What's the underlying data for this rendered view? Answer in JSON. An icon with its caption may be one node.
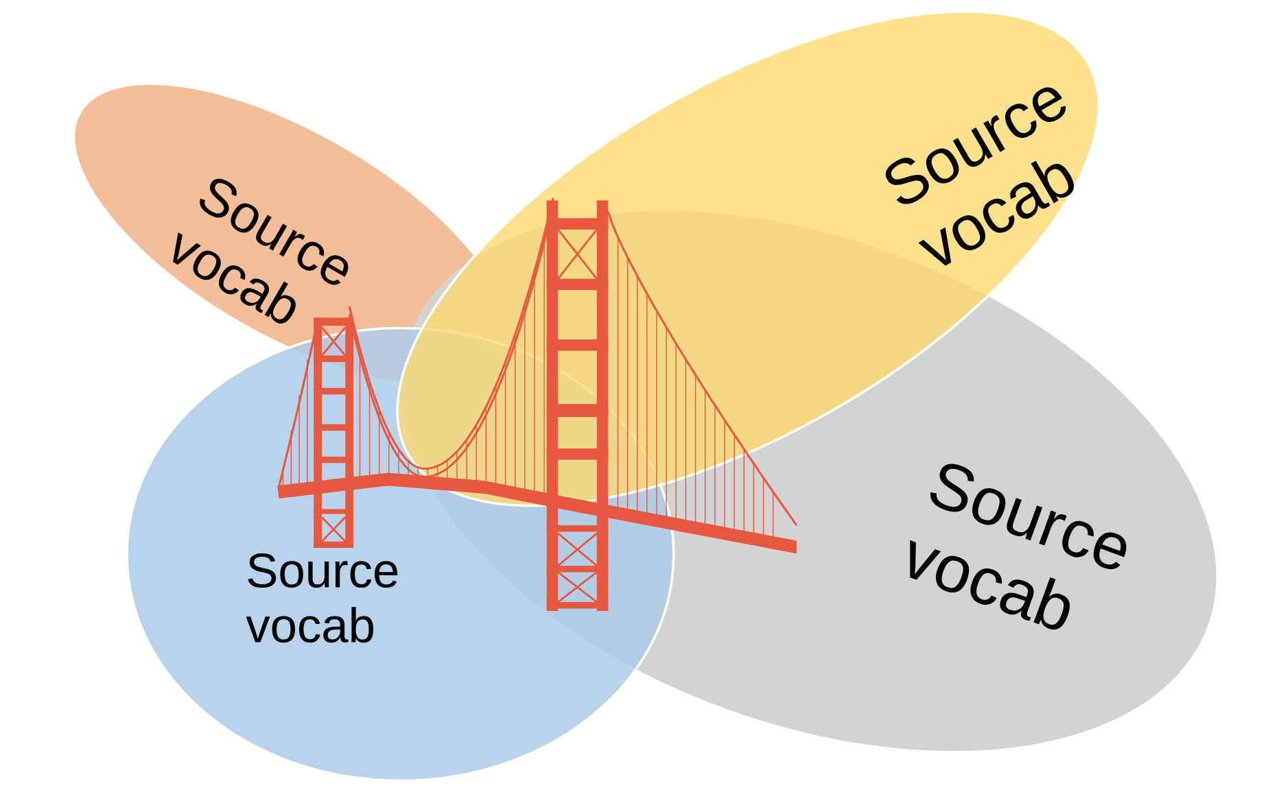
{
  "diagram": {
    "nodes": [
      {
        "text": [
          "Source vocab"
        ]
      },
      {
        "text": [
          "Source vocab"
        ]
      },
      {
        "text": [
          "Source vocab"
        ]
      },
      {
        "text": [
          "Source vocab"
        ]
      }
    ]
  }
}
